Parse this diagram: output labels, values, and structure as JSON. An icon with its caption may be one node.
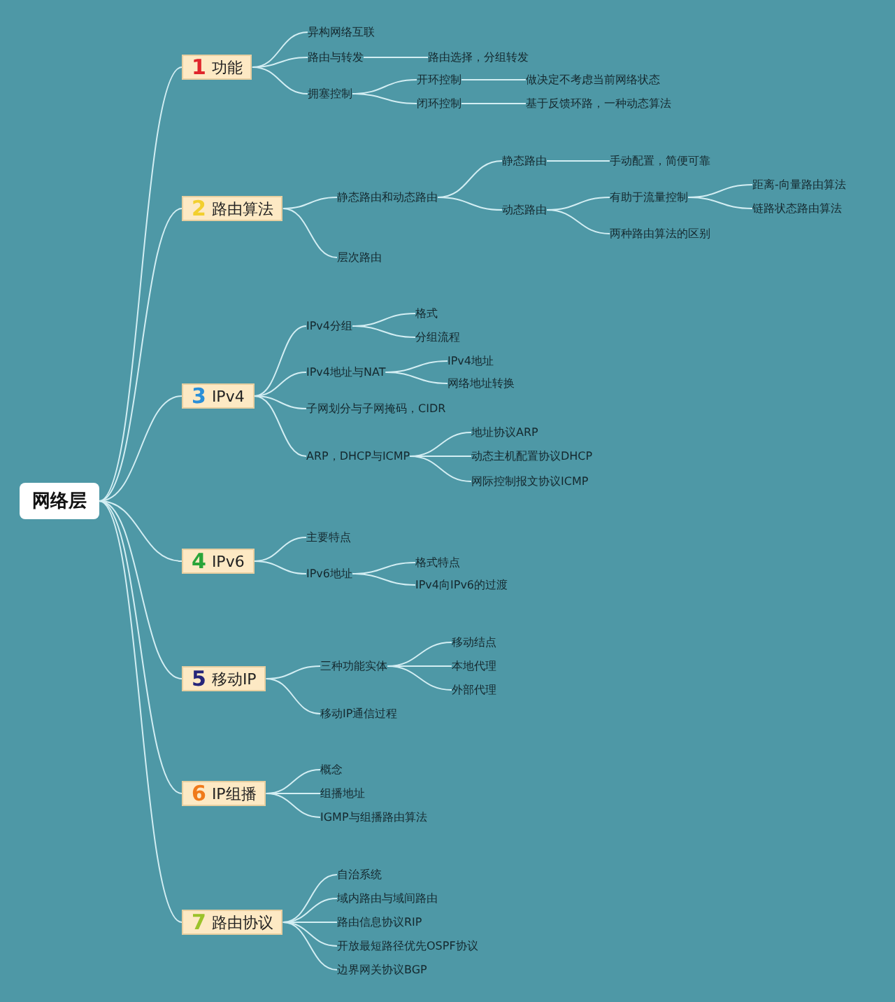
{
  "diagram": {
    "nodes": [
      {
        "text": [
          "网络层"
        ]
      },
      {
        "text": [
          "1",
          "功能"
        ]
      },
      {
        "text": [
          "异构网络互联"
        ]
      },
      {
        "text": [
          "路由与转发"
        ]
      },
      {
        "text": [
          "路由选择，分组转发"
        ]
      },
      {
        "text": [
          "拥塞控制"
        ]
      },
      {
        "text": [
          "开环控制"
        ]
      },
      {
        "text": [
          "做决定不考虑当前网络状态"
        ]
      },
      {
        "text": [
          "闭环控制"
        ]
      },
      {
        "text": [
          "基于反馈环路，一种动态算法"
        ]
      },
      {
        "text": [
          "2",
          "路由算法"
        ]
      },
      {
        "text": [
          "静态路由和动态路由"
        ]
      },
      {
        "text": [
          "静态路由"
        ]
      },
      {
        "text": [
          "手动配置，简便可靠"
        ]
      },
      {
        "text": [
          "动态路由"
        ]
      },
      {
        "text": [
          "有助于流量控制"
        ]
      },
      {
        "text": [
          "距离-向量路由算法"
        ]
      },
      {
        "text": [
          "链路状态路由算法"
        ]
      },
      {
        "text": [
          "两种路由算法的区别"
        ]
      },
      {
        "text": [
          "层次路由"
        ]
      },
      {
        "text": [
          "3",
          "IPv4"
        ]
      },
      {
        "text": [
          "IPv4分组"
        ]
      },
      {
        "text": [
          "格式"
        ]
      },
      {
        "text": [
          "分组流程"
        ]
      },
      {
        "text": [
          "IPv4地址与NAT"
        ]
      },
      {
        "text": [
          "IPv4地址"
        ]
      },
      {
        "text": [
          "网络地址转换"
        ]
      },
      {
        "text": [
          "子网划分与子网掩码，CIDR"
        ]
      },
      {
        "text": [
          "ARP，DHCP与ICMP"
        ]
      },
      {
        "text": [
          "地址协议ARP"
        ]
      },
      {
        "text": [
          "动态主机配置协议DHCP"
        ]
      },
      {
        "text": [
          "网际控制报文协议ICMP"
        ]
      },
      {
        "text": [
          "4",
          "IPv6"
        ]
      },
      {
        "text": [
          "主要特点"
        ]
      },
      {
        "text": [
          "IPv6地址"
        ]
      },
      {
        "text": [
          "格式特点"
        ]
      },
      {
        "text": [
          "IPv4向IPv6的过渡"
        ]
      },
      {
        "text": [
          "5",
          "移动IP"
        ]
      },
      {
        "text": [
          "三种功能实体"
        ]
      },
      {
        "text": [
          "移动结点"
        ]
      },
      {
        "text": [
          "本地代理"
        ]
      },
      {
        "text": [
          "外部代理"
        ]
      },
      {
        "text": [
          "移动IP通信过程"
        ]
      },
      {
        "text": [
          "6",
          "IP组播"
        ]
      },
      {
        "text": [
          "概念"
        ]
      },
      {
        "text": [
          "组播地址"
        ]
      },
      {
        "text": [
          "IGMP与组播路由算法"
        ]
      },
      {
        "text": [
          "7",
          "路由协议"
        ]
      },
      {
        "text": [
          "自治系统"
        ]
      },
      {
        "text": [
          "域内路由与域间路由"
        ]
      },
      {
        "text": [
          "路由信息协议RIP"
        ]
      },
      {
        "text": [
          "开放最短路径优先OSPF协议"
        ]
      },
      {
        "text": [
          "边界网关协议BGP"
        ]
      }
    ],
    "edges": [
      {
        "from": 0,
        "to": 1,
        "arrow": "none"
      },
      {
        "from": 1,
        "to": 2,
        "arrow": "none"
      },
      {
        "from": 1,
        "to": 3,
        "arrow": "none"
      },
      {
        "from": 3,
        "to": 4,
        "arrow": "none"
      },
      {
        "from": 1,
        "to": 5,
        "arrow": "none"
      },
      {
        "from": 5,
        "to": 6,
        "arrow": "none"
      },
      {
        "from": 6,
        "to": 7,
        "arrow": "none"
      },
      {
        "from": 5,
        "to": 8,
        "arrow": "none"
      },
      {
        "from": 8,
        "to": 9,
        "arrow": "none"
      },
      {
        "from": 0,
        "to": 10,
        "arrow": "none"
      },
      {
        "from": 10,
        "to": 11,
        "arrow": "none"
      },
      {
        "from": 11,
        "to": 12,
        "arrow": "none"
      },
      {
        "from": 12,
        "to": 13,
        "arrow": "none"
      },
      {
        "from": 11,
        "to": 14,
        "arrow": "none"
      },
      {
        "from": 14,
        "to": 15,
        "arrow": "none"
      },
      {
        "from": 15,
        "to": 16,
        "arrow": "none"
      },
      {
        "from": 15,
        "to": 17,
        "arrow": "none"
      },
      {
        "from": 14,
        "to": 18,
        "arrow": "none"
      },
      {
        "from": 10,
        "to": 19,
        "arrow": "none"
      },
      {
        "from": 0,
        "to": 20,
        "arrow": "none"
      },
      {
        "from": 20,
        "to": 21,
        "arrow": "none"
      },
      {
        "from": 21,
        "to": 22,
        "arrow": "none"
      },
      {
        "from": 21,
        "to": 23,
        "arrow": "none"
      },
      {
        "from": 20,
        "to": 24,
        "arrow": "none"
      },
      {
        "from": 24,
        "to": 25,
        "arrow": "none"
      },
      {
        "from": 24,
        "to": 26,
        "arrow": "none"
      },
      {
        "from": 20,
        "to": 27,
        "arrow": "none"
      },
      {
        "from": 20,
        "to": 28,
        "arrow": "none"
      },
      {
        "from": 28,
        "to": 29,
        "arrow": "none"
      },
      {
        "from": 28,
        "to": 30,
        "arrow": "none"
      },
      {
        "from": 28,
        "to": 31,
        "arrow": "none"
      },
      {
        "from": 0,
        "to": 32,
        "arrow": "none"
      },
      {
        "from": 32,
        "to": 33,
        "arrow": "none"
      },
      {
        "from": 32,
        "to": 34,
        "arrow": "none"
      },
      {
        "from": 34,
        "to": 35,
        "arrow": "none"
      },
      {
        "from": 34,
        "to": 36,
        "arrow": "none"
      },
      {
        "from": 0,
        "to": 37,
        "arrow": "none"
      },
      {
        "from": 37,
        "to": 38,
        "arrow": "none"
      },
      {
        "from": 38,
        "to": 39,
        "arrow": "none"
      },
      {
        "from": 38,
        "to": 40,
        "arrow": "none"
      },
      {
        "from": 38,
        "to": 41,
        "arrow": "none"
      },
      {
        "from": 37,
        "to": 42,
        "arrow": "none"
      },
      {
        "from": 0,
        "to": 43,
        "arrow": "none"
      },
      {
        "from": 43,
        "to": 44,
        "arrow": "none"
      },
      {
        "from": 43,
        "to": 45,
        "arrow": "none"
      },
      {
        "from": 43,
        "to": 46,
        "arrow": "none"
      },
      {
        "from": 0,
        "to": 47,
        "arrow": "none"
      },
      {
        "from": 47,
        "to": 48,
        "arrow": "none"
      },
      {
        "from": 47,
        "to": 49,
        "arrow": "none"
      },
      {
        "from": 47,
        "to": 50,
        "arrow": "none"
      },
      {
        "from": 47,
        "to": 51,
        "arrow": "none"
      },
      {
        "from": 47,
        "to": 52,
        "arrow": "none"
      }
    ]
  }
}
